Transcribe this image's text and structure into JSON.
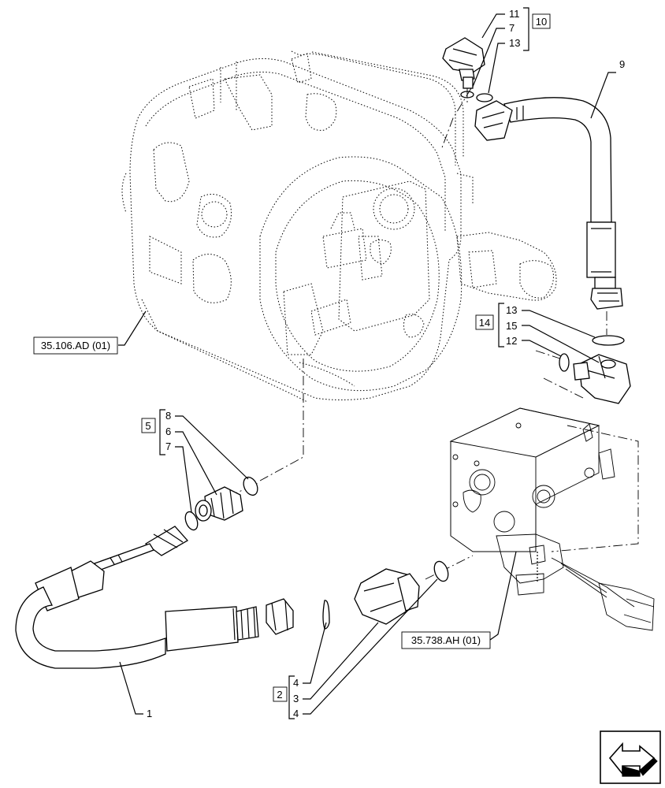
{
  "callouts": {
    "c11": "11",
    "c7a": "7",
    "c13a": "13",
    "c10": "10",
    "c9": "9",
    "c13b": "13",
    "c14": "14",
    "c15": "15",
    "c12": "12",
    "c8": "8",
    "c5": "5",
    "c6": "6",
    "c7b": "7",
    "c1": "1",
    "c4a": "4",
    "c2": "2",
    "c3": "3",
    "c4b": "4"
  },
  "references": {
    "pump": "35.106.AD (01)",
    "valve": "35.738.AH (01)"
  },
  "nav": {
    "icon": "next-page-arrow-icon"
  }
}
